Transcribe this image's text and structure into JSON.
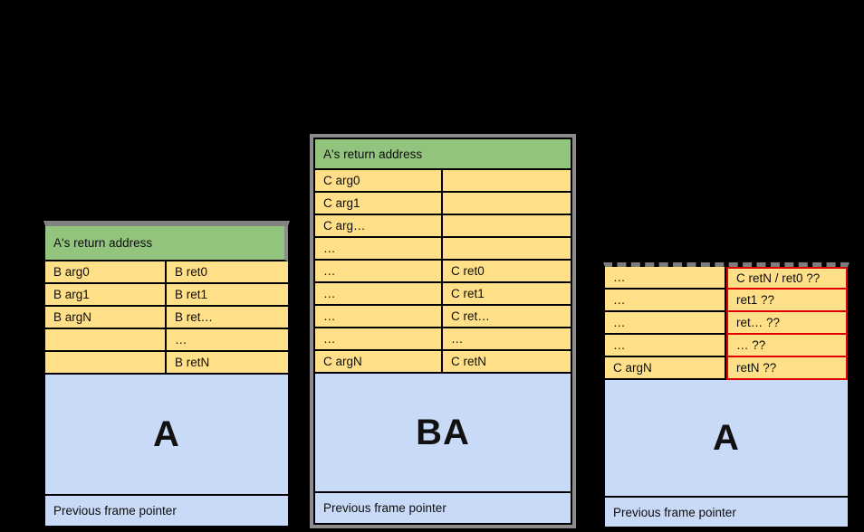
{
  "diagram": {
    "title_hint": "stack frame layout comparison (callee args / return slots)",
    "colors": {
      "background": "#000000",
      "header_green": "#93c47d",
      "cell_yellow": "#ffe089",
      "frame_blue": "#c9daf8",
      "border_black": "#000000",
      "highlight_red": "#e00000",
      "shadow_gray": "#8c8c8c"
    },
    "stacks": [
      {
        "label": "stack-after-calling-B",
        "header": "A's return address",
        "rows": [
          [
            "B arg0",
            "B ret0"
          ],
          [
            "B arg1",
            "B ret1"
          ],
          [
            "B argN",
            "B ret…"
          ],
          [
            "",
            "…"
          ],
          [
            "",
            "B retN"
          ]
        ],
        "big_label": "A",
        "footer": "Previous frame pointer"
      },
      {
        "label": "stack-after-calling-C",
        "header": "A's return address",
        "rows": [
          [
            "C arg0",
            ""
          ],
          [
            "C arg1",
            ""
          ],
          [
            "C arg…",
            ""
          ],
          [
            "…",
            ""
          ],
          [
            "…",
            "C ret0"
          ],
          [
            "…",
            "C ret1"
          ],
          [
            "…",
            "C ret…"
          ],
          [
            "…",
            "…"
          ],
          [
            "C argN",
            "C retN"
          ]
        ],
        "big_label": "BA",
        "footer": "Previous frame pointer"
      },
      {
        "label": "stack-with-clobbered-returns",
        "header": null,
        "rows": [
          [
            "…",
            "C retN / ret0 ??"
          ],
          [
            "…",
            "ret1 ??"
          ],
          [
            "…",
            "ret… ??"
          ],
          [
            "…",
            "… ??"
          ],
          [
            "C argN",
            "retN ??"
          ]
        ],
        "big_label": "A",
        "footer": "Previous frame pointer"
      }
    ]
  }
}
